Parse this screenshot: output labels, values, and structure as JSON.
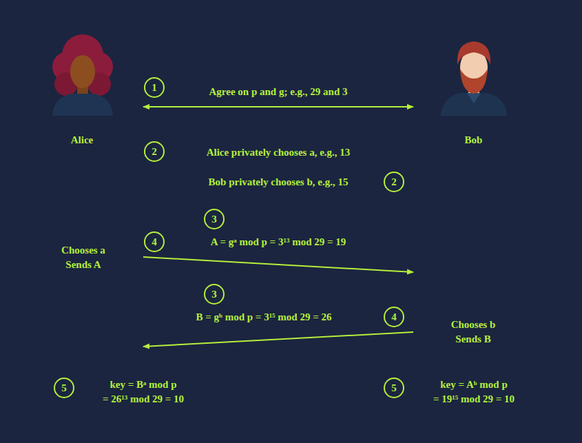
{
  "diagram": {
    "nodes": [
      {
        "text": [
          "Alice"
        ]
      },
      {
        "text": [
          "Bob"
        ]
      }
    ],
    "edges": [
      {
        "from": 0,
        "to": 1,
        "arrow": "both",
        "label": "Agree on p and g; e.g., 29 and 3"
      },
      {
        "from": 0,
        "to": 1,
        "arrow": "to",
        "label": "A = gᵃ mod p = 3¹³ mod 29 = 19"
      },
      {
        "from": 1,
        "to": 0,
        "arrow": "to",
        "label": "B = gᵇ mod p = 3¹⁵ mod 29 = 26"
      }
    ],
    "labels": [
      "1",
      "2",
      "Alice privately chooses a, e.g., 13",
      "Bob privately chooses b, e.g., 15",
      "2",
      "3",
      "4",
      "Chooses a",
      "Sends A",
      "3",
      "4",
      "Chooses b",
      "Sends B",
      "5",
      "key = Bᵃ mod p",
      "= 26¹³ mod 29 = 10",
      "5",
      "key = Aᵇ mod p",
      "= 19¹⁵ mod 29 = 10"
    ]
  }
}
